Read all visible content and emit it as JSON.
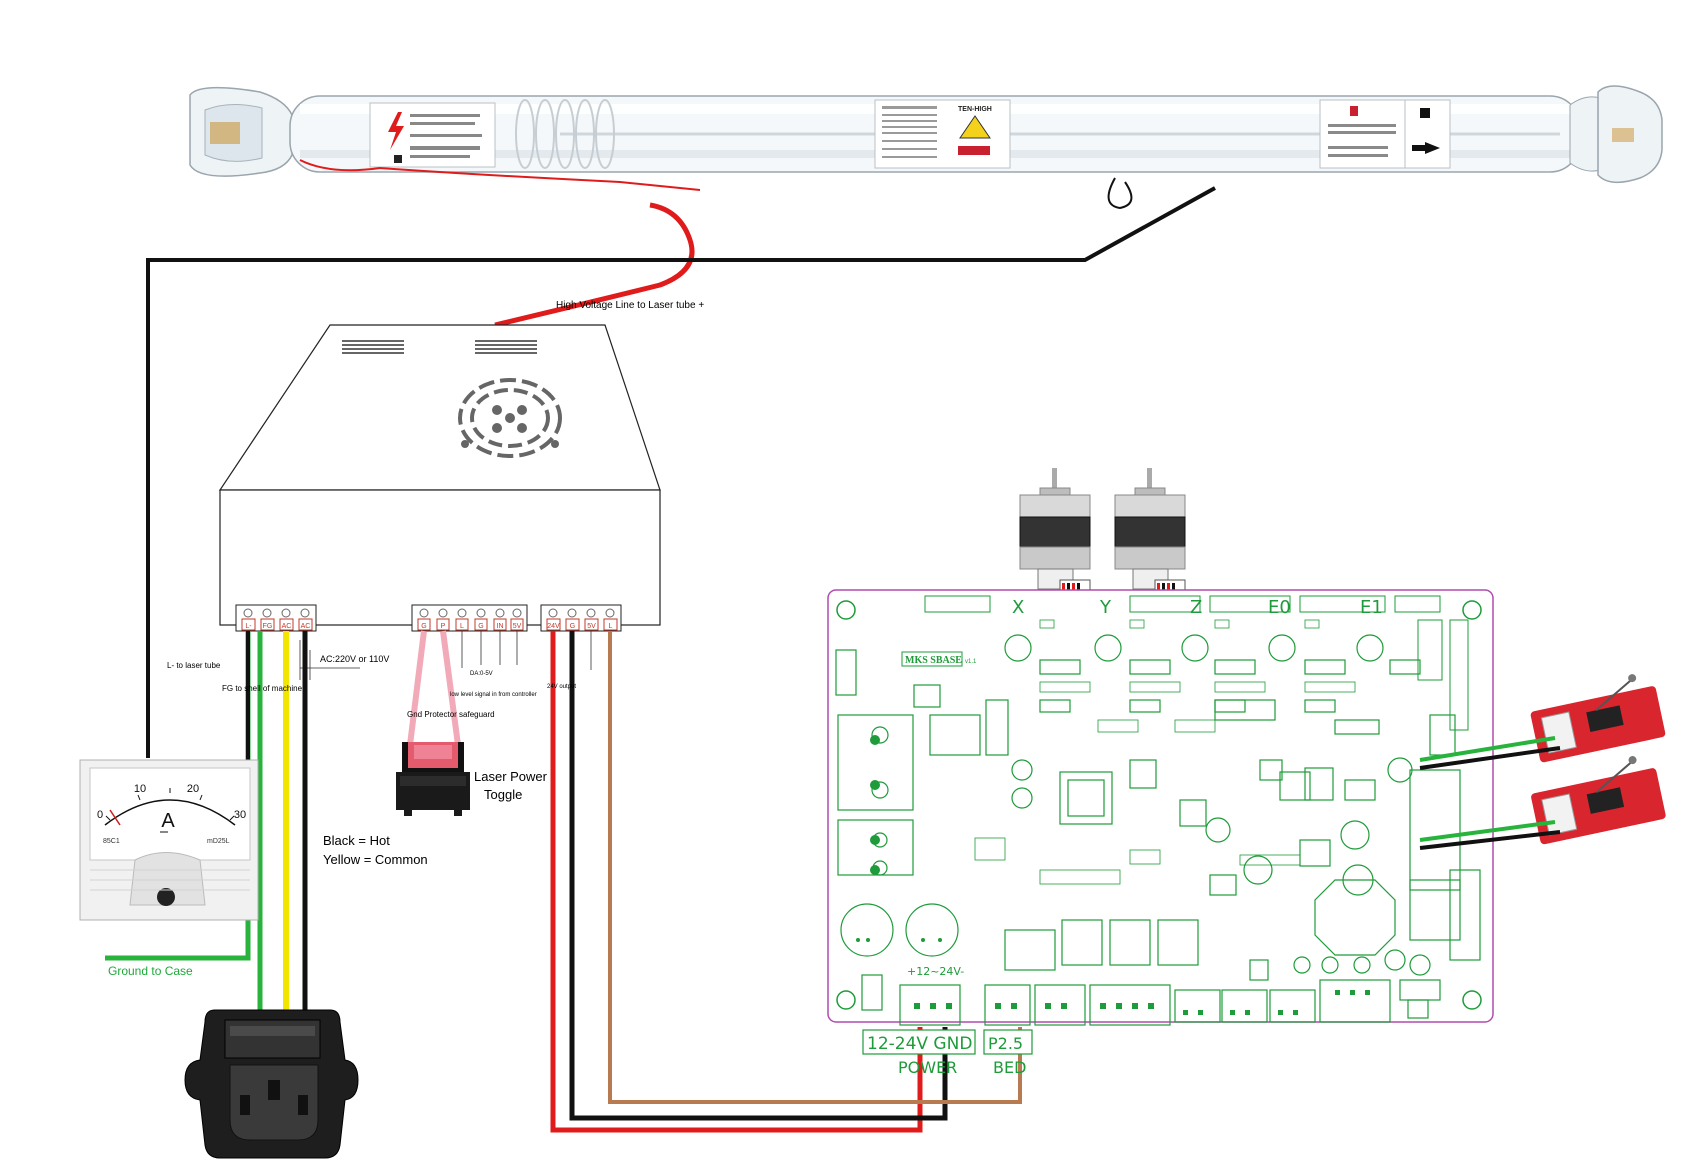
{
  "labels": {
    "hv_line": "High Voltage Line to Laser tube +",
    "l_minus": "L- to laser tube",
    "ac_input": "AC:220V or 110V",
    "fg_shell": "FG to shell of machine",
    "gnd_safeguard": "Gnd Protector safeguard",
    "laser_toggle_1": "Laser Power",
    "laser_toggle_2": "Toggle",
    "black_hot": "Black = Hot",
    "yellow_common": "Yellow = Common",
    "ground_case": "Ground to Case"
  },
  "psu": {
    "terminals_left": [
      "L-",
      "FG",
      "AC",
      "AC"
    ],
    "terminals_mid": [
      "G",
      "P",
      "L",
      "G",
      "IN",
      "5V"
    ],
    "terminals_right": [
      "24V",
      "G",
      "5V",
      "L"
    ],
    "mid_note_1": "DA:0-5V",
    "mid_note_2": "low level signal in from controller",
    "right_note_1": "24V output"
  },
  "ammeter": {
    "letter": "A",
    "scale": [
      "0",
      "10",
      "20",
      "30"
    ],
    "model": "85C1",
    "ranges": "mD25L"
  },
  "board": {
    "title": "MKS SBASE",
    "version": "v1.1",
    "axis_labels": [
      "X",
      "Y",
      "Z",
      "E0",
      "E1"
    ],
    "power_label": "12-24V GND",
    "power_sub": "POWER",
    "bed_label": "P2.5",
    "bed_sub": "BED",
    "v_label": "+12~24V-"
  },
  "tube": {
    "brand": "TEN-HIGH"
  },
  "colors": {
    "wire_red": "#e01b1b",
    "wire_black": "#111111",
    "wire_yellow": "#f2e600",
    "wire_green": "#27b33c",
    "wire_brown": "#b87a50",
    "wire_pink": "#f2a9b8",
    "pcb_green": "#1e9b3a",
    "pcb_outline": "#b04bb0"
  }
}
